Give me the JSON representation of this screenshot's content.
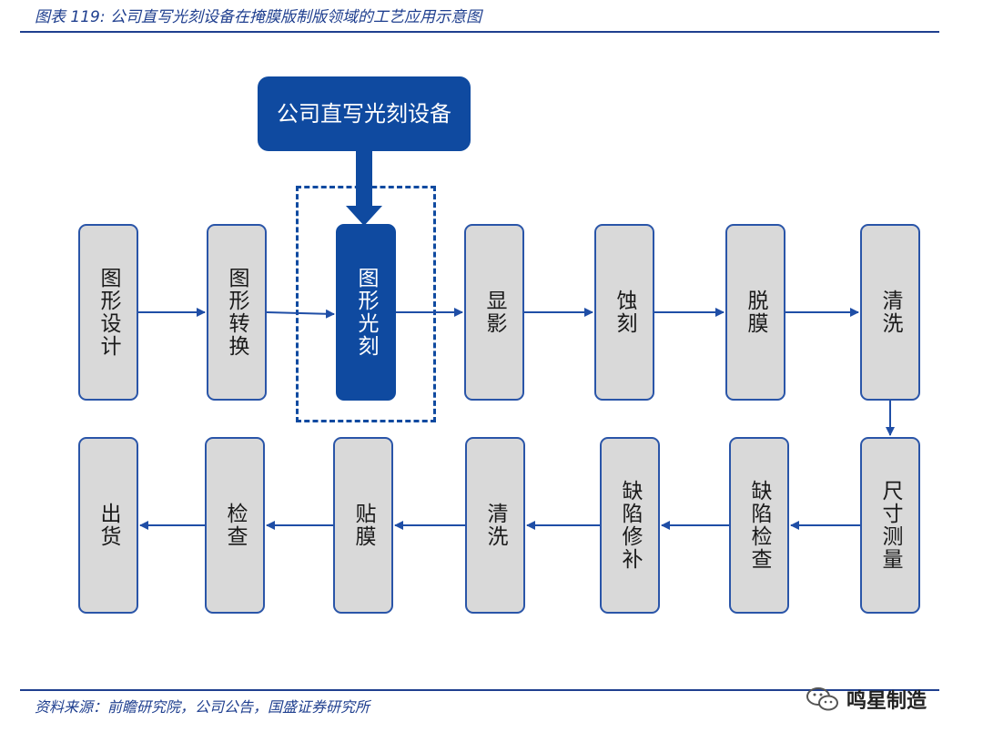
{
  "caption": "图表 119:  公司直写光刻设备在掩膜版制版领域的工艺应用示意图",
  "source": "资料来源：前瞻研究院，公司公告，国盛证券研究所",
  "device": "公司直写光刻设备",
  "row1": [
    "图形设计",
    "图形转换",
    "图形光刻",
    "显影",
    "蚀刻",
    "脱膜",
    "清洗"
  ],
  "row2": [
    "尺寸测量",
    "缺陷检查",
    "缺陷修补",
    "清洗",
    "贴膜",
    "检查",
    "出货"
  ],
  "highlight_step": "图形光刻",
  "watermark": {
    "icon": "wechat-icon",
    "text": "鸣星制造"
  },
  "colors": {
    "accent": "#0f4aa0",
    "box_fill": "#d9d9d9",
    "rule": "#1f3f8f"
  }
}
